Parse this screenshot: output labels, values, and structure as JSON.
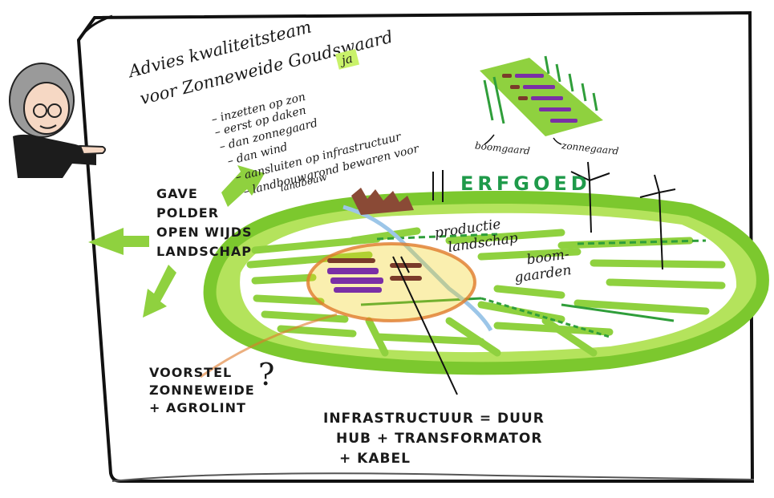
{
  "header": {
    "title_line1": "Advies kwaliteitsteam",
    "title_line2": "voor Zonneweide Goudswaard",
    "answer_badge": "ja"
  },
  "bullets": [
    "– inzetten op zon",
    "– eerst op daken",
    "– dan zonnegaard",
    "– dan wind",
    "– aansluiten op infrastructuur",
    "– landbouwgrond bewaren voor",
    "landbouw"
  ],
  "left_note": [
    "GAVE",
    "POLDER",
    "OPEN WIJDS",
    "LANDSCHAP"
  ],
  "map_labels": {
    "erfgoed": "ERFGOED",
    "productie": [
      "productie",
      "landschap"
    ],
    "boomgaarden": [
      "boom-",
      "gaarden"
    ],
    "boomgaard": "boomgaard",
    "zonnegaard": "zonnegaard"
  },
  "proposal": [
    "VOORSTEL",
    "ZONNEWEIDE",
    "+ AGROLINT"
  ],
  "question_mark": "?",
  "infrastructure": [
    "INFRASTRUCTUUR = DUUR",
    "HUB + TRANSFORMATOR",
    "+ KABEL"
  ],
  "colors": {
    "green_light": "#8fd13f",
    "green_dark": "#2f9e3a",
    "purple": "#7a2fa6",
    "orange": "#e07a2a",
    "yellow": "#f2d21b",
    "brown": "#7a3b2a"
  }
}
